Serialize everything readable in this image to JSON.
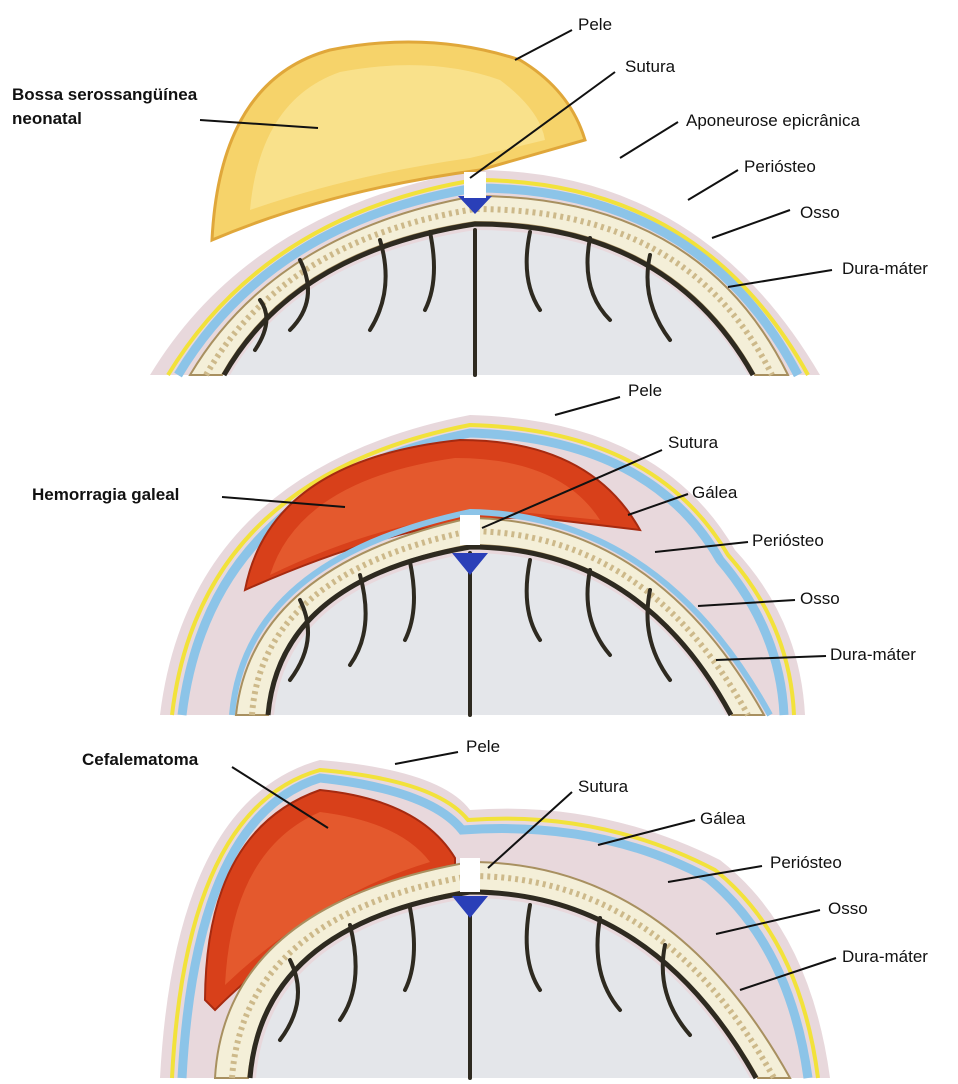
{
  "colors": {
    "skin": "#e8d8dc",
    "galea_yellow": "#f2e23a",
    "galea_blue": "#8cc4e8",
    "bone": "#f4efd8",
    "bone_dots": "#cdb98a",
    "dura": "#2e2a20",
    "brain": "#e4e6ea",
    "sinus": "#2a3fb8",
    "caput_fill": "#f6d36a",
    "blood_fill": "#d8401a"
  },
  "panels": [
    {
      "id": "caput",
      "lesion_label": [
        "Bossa serossangüínea",
        "neonatal"
      ],
      "labels": {
        "pele": "Pele",
        "sutura": "Sutura",
        "galea": "Aponeurose epicrânica",
        "periosteo": "Periósteo",
        "osso": "Osso",
        "dura": "Dura-máter"
      }
    },
    {
      "id": "subgaleal",
      "lesion_label": [
        "Hemorragia galeal"
      ],
      "labels": {
        "pele": "Pele",
        "sutura": "Sutura",
        "galea": "Gálea",
        "periosteo": "Periósteo",
        "osso": "Osso",
        "dura": "Dura-máter"
      }
    },
    {
      "id": "cephalhematoma",
      "lesion_label": [
        "Cefalematoma"
      ],
      "labels": {
        "pele": "Pele",
        "sutura": "Sutura",
        "galea": "Gálea",
        "periosteo": "Periósteo",
        "osso": "Osso",
        "dura": "Dura-máter"
      }
    }
  ]
}
